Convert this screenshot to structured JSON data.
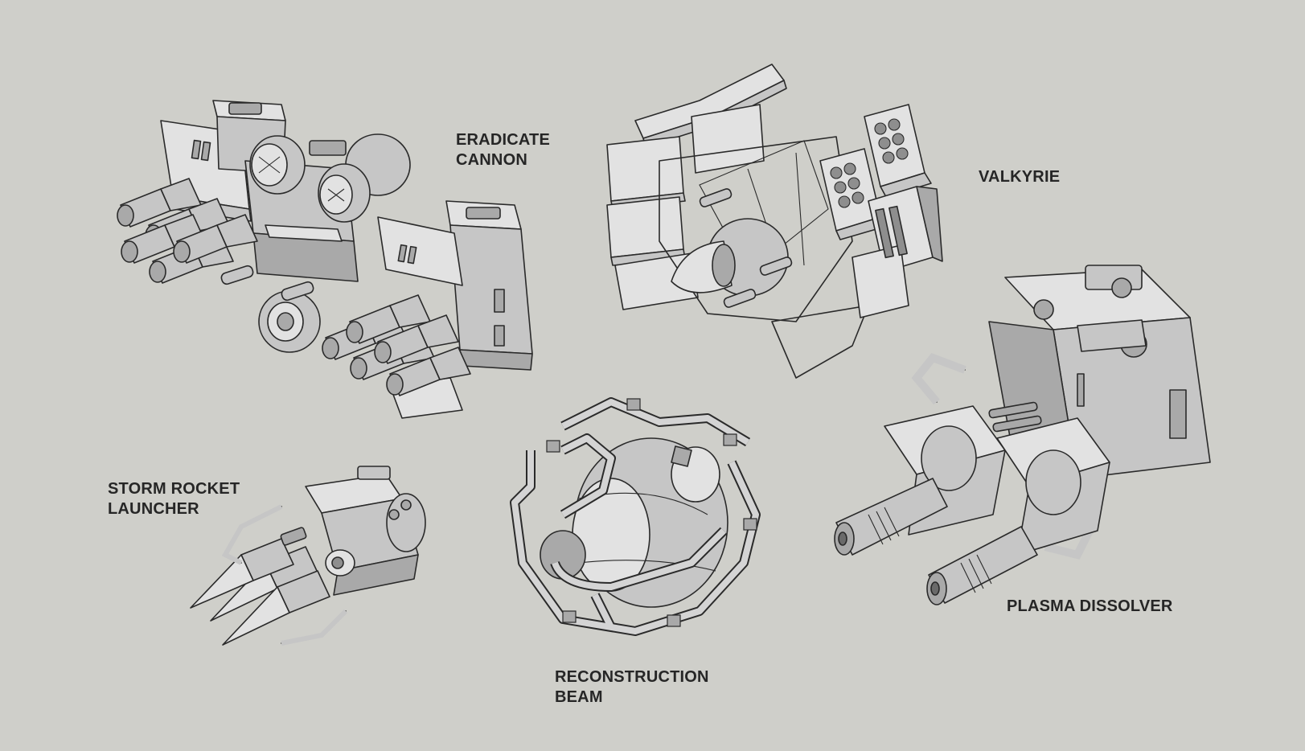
{
  "labels": {
    "eradicate": {
      "line1": "ERADICATE",
      "line2": "CANNON"
    },
    "valkyrie": {
      "line1": "VALKYRIE"
    },
    "storm": {
      "line1": "STORM ROCKET",
      "line2": "LAUNCHER"
    },
    "reconstruction": {
      "line1": "RECONSTRUCTION",
      "line2": "BEAM"
    },
    "plasma": {
      "line1": "PLASMA DISSOLVER"
    }
  },
  "colors": {
    "background": "#cfcfca",
    "label_text": "#262626"
  },
  "icons": [
    "eradicate-cannon-model",
    "valkyrie-model",
    "storm-rocket-launcher-model",
    "reconstruction-beam-model",
    "plasma-dissolver-model"
  ]
}
